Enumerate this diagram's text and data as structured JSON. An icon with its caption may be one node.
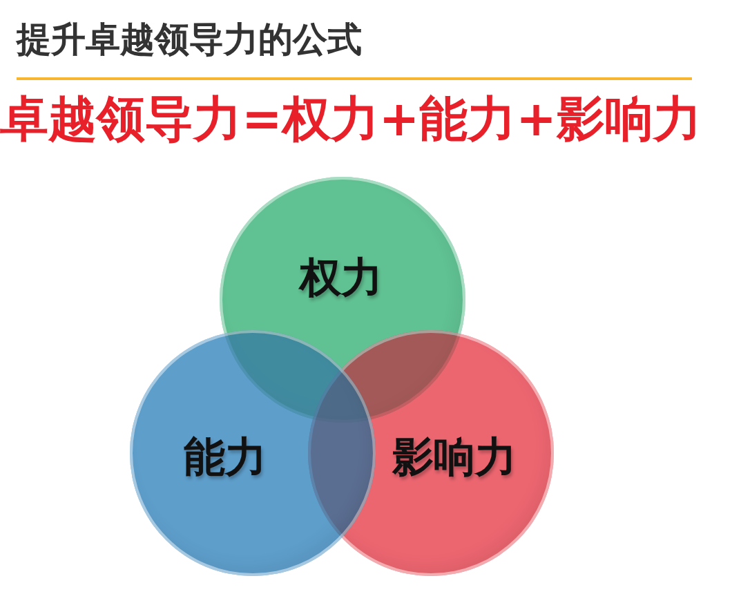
{
  "diagram": {
    "title": "提升卓越领导力的公式",
    "nodes": [
      {
        "text": [
          "权力"
        ]
      },
      {
        "text": [
          "能力"
        ]
      },
      {
        "text": [
          "影响力"
        ]
      }
    ],
    "labels": [
      "卓越领导力=权力+能力+影响力"
    ]
  }
}
